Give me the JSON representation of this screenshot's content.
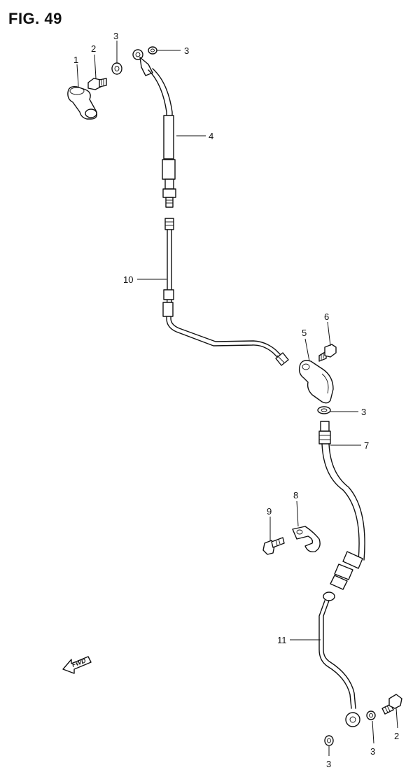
{
  "figure_title": "FIG. 49",
  "direction_marker": "FWD",
  "callouts": [
    {
      "id": "c1a",
      "text": "1"
    },
    {
      "id": "c2a",
      "text": "2"
    },
    {
      "id": "c3a",
      "text": "3"
    },
    {
      "id": "c3b",
      "text": "3"
    },
    {
      "id": "c4",
      "text": "4"
    },
    {
      "id": "c10",
      "text": "10"
    },
    {
      "id": "c5",
      "text": "5"
    },
    {
      "id": "c6",
      "text": "6"
    },
    {
      "id": "c3c",
      "text": "3"
    },
    {
      "id": "c7",
      "text": "7"
    },
    {
      "id": "c8",
      "text": "8"
    },
    {
      "id": "c9",
      "text": "9"
    },
    {
      "id": "c11",
      "text": "11"
    },
    {
      "id": "c3d",
      "text": "3"
    },
    {
      "id": "c3e",
      "text": "3"
    },
    {
      "id": "c2b",
      "text": "2"
    }
  ]
}
